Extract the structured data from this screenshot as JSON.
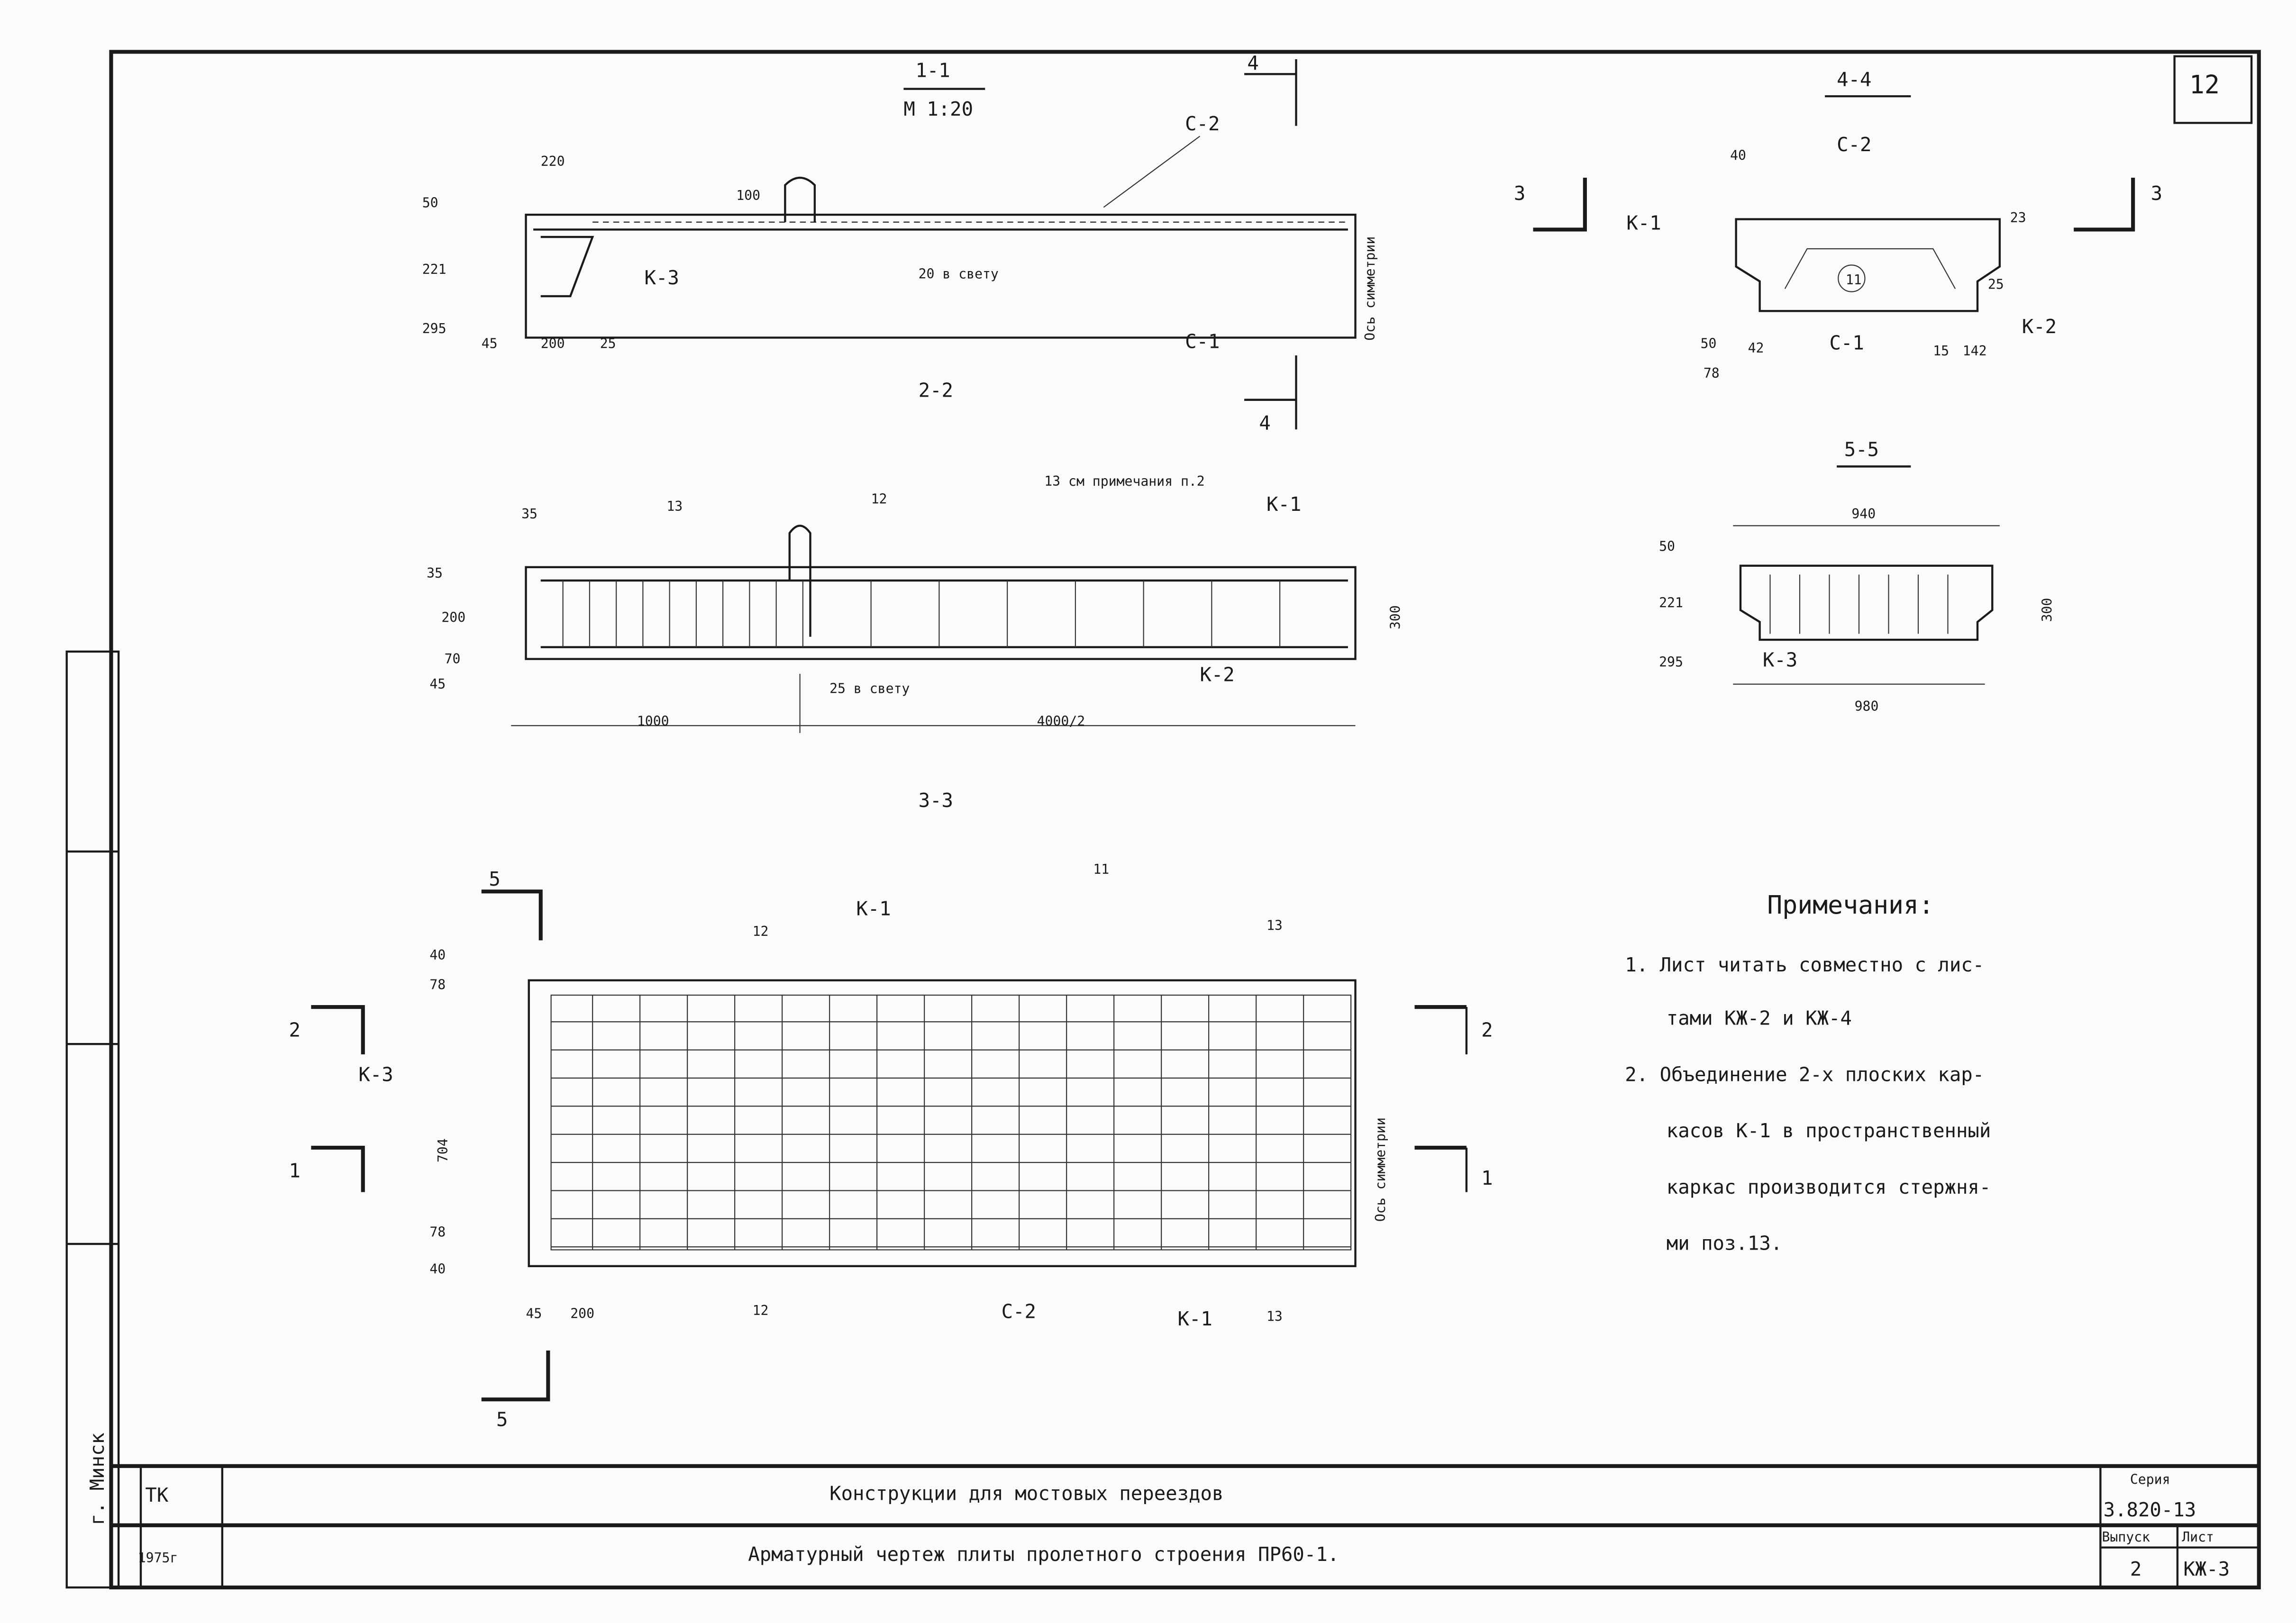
{
  "sheet_number": "12",
  "city_stamp": "г. Минск",
  "section_1_1": {
    "title": "1-1",
    "scale": "М 1:20",
    "labels": [
      "220",
      "50",
      "221",
      "295",
      "100",
      "С-2",
      "К-3",
      "20 в свету",
      "45",
      "200",
      "25",
      "С-1"
    ],
    "axis": "Ось симметрии",
    "cut_mark": "4"
  },
  "section_2_2": {
    "title": "2-2",
    "labels": [
      "35",
      "13",
      "12",
      "13 см примечания п.2",
      "К-1",
      "35",
      "45",
      "70",
      "200",
      "300",
      "25 в свету",
      "К-2",
      "1000",
      "4000/2"
    ]
  },
  "section_3_3": {
    "title": "3-3",
    "labels": [
      "К-1",
      "12",
      "11",
      "13",
      "К-3",
      "78",
      "40",
      "704",
      "40",
      "78",
      "45",
      "200",
      "12",
      "С-2",
      "К-1",
      "13"
    ],
    "axis": "Ось симметрии",
    "cut_marks": [
      "5",
      "2",
      "1",
      "2",
      "1",
      "5"
    ]
  },
  "section_4_4": {
    "title": "4-4",
    "labels": [
      "40",
      "С-2",
      "К-1",
      "11",
      "С-1",
      "К-2",
      "23",
      "25",
      "50",
      "78",
      "42",
      "15",
      "142"
    ],
    "cut_marks": [
      "3",
      "3"
    ]
  },
  "section_5_5": {
    "title": "5-5",
    "labels": [
      "940",
      "50",
      "221",
      "295",
      "300",
      "К-3",
      "980"
    ]
  },
  "notes": {
    "title": "Примечания:",
    "lines": [
      "1. Лист читать совместно с лис-",
      "тами КЖ-2 и КЖ-4",
      "2. Объединение 2-х плоских кар-",
      "касов К-1 в пространственный",
      "каркас производится стержня-",
      "ми поз.13."
    ]
  },
  "title_block": {
    "org": "ТК",
    "year": "1975г",
    "project_title": "Конструкции для мостовых переездов",
    "sheet_title": "Арматурный чертеж плиты пролетного строения ПР60-1.",
    "series_label": "Серия",
    "series_value": "3.820-13",
    "issue_label": "Выпуск",
    "issue_value": "2",
    "sheet_label": "Лист",
    "sheet_value": "КЖ-3"
  }
}
